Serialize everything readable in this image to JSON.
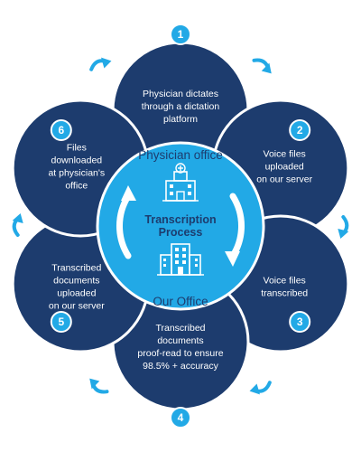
{
  "colors": {
    "navy": "#1d3c6e",
    "petal_border": "#ffffff",
    "center": "#22a9e6",
    "badge": "#22a9e6",
    "arrow": "#22a9e6",
    "center_text": "#1d3c6e"
  },
  "steps": [
    {
      "number": "1",
      "lines": [
        "Physician dictates",
        "through a dictation",
        "platform"
      ]
    },
    {
      "number": "2",
      "lines": [
        "Voice files",
        "uploaded",
        "on our server"
      ]
    },
    {
      "number": "3",
      "lines": [
        "Voice files",
        "transcribed"
      ]
    },
    {
      "number": "4",
      "lines": [
        "Transcribed",
        "documents",
        "proof-read to ensure",
        "98.5% + accuracy"
      ]
    },
    {
      "number": "5",
      "lines": [
        "Transcribed",
        "documents",
        "uploaded",
        "on our server"
      ]
    },
    {
      "number": "6",
      "lines": [
        "Files",
        "downloaded",
        "at physician's",
        "office"
      ]
    }
  ],
  "center": {
    "top_label": "Physician office",
    "title_line1": "Transcription",
    "title_line2": "Process",
    "bottom_label": "Our Office",
    "top_icon": "hospital-building-icon",
    "bottom_icon": "office-building-icon"
  },
  "connector_icon": "curved-arrow-icon"
}
